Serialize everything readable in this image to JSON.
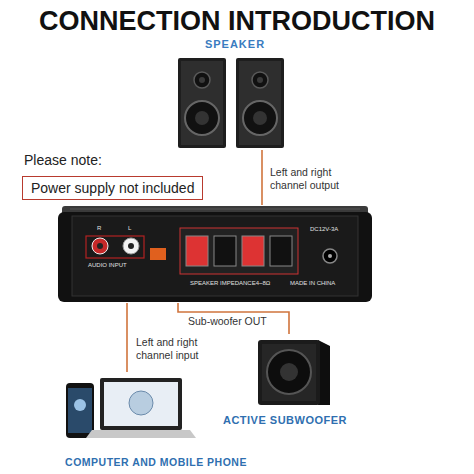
{
  "diagram": {
    "title": "CONNECTION INTRODUCTION",
    "nodes": [
      {
        "text": [
          "SPEAKER"
        ]
      },
      {
        "text": [
          "Power supply not included"
        ]
      },
      {
        "text": [
          "R",
          "L",
          "AUDIO INPUT",
          "SPEAKER IMPEDANCE4~8Ω",
          "MADE IN CHINA",
          "DC12V-3A"
        ]
      },
      {
        "text": [
          "ACTIVE SUBWOOFER"
        ]
      },
      {
        "text": [
          "COMPUTER AND MOBILE PHONE"
        ]
      }
    ],
    "edges": [
      {
        "from": 2,
        "to": 0,
        "arrow": "none",
        "label": "Left and right channel output"
      },
      {
        "from": 2,
        "to": 3,
        "arrow": "none",
        "label": "Sub-woofer OUT"
      },
      {
        "from": 4,
        "to": 2,
        "arrow": "none",
        "label": "Left and right channel input"
      }
    ],
    "labels": [
      "Please note:"
    ]
  }
}
